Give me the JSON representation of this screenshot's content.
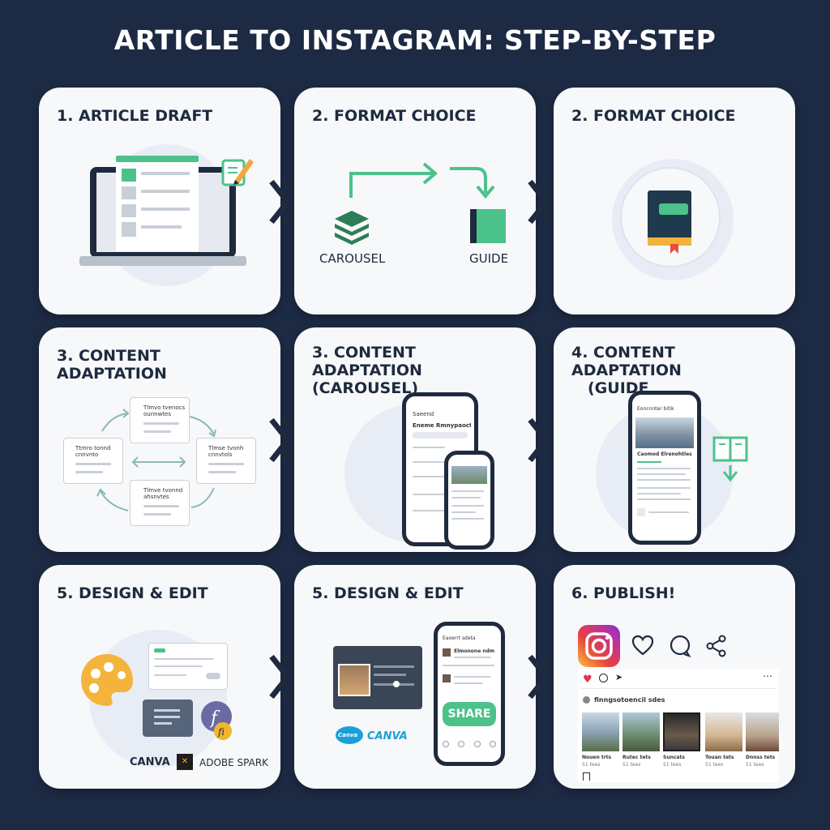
{
  "title": "ARTICLE TO INSTAGRAM: STEP-BY-STEP",
  "colors": {
    "background": "#1d2a44",
    "card": "#f7f8fa",
    "accent_green": "#4cc28b",
    "dark_navy": "#1e2a3e"
  },
  "steps": [
    {
      "title": "1. ARTICLE DRAFT"
    },
    {
      "title": "2. FORMAT CHOICE",
      "left_label": "CAROUSEL",
      "right_label": "GUIDE"
    },
    {
      "title": "2. FORMAT CHOICE"
    },
    {
      "title": "3. CONTENT ADAPTATION",
      "node_text": [
        "Tlmvo tvenocs ounnwtes",
        "Ttmro tonnd cnnvnto",
        "Tlmse tvonh cnnvtols",
        "Tlmve tvonnd ahsnvtes"
      ]
    },
    {
      "title": "3. CONTENT ADAPTATION",
      "title_line2": "(CAROUSEL)",
      "phone_header": "Saeend",
      "phone_heading": "Eneme Rmnypaocto"
    },
    {
      "title": "4. CONTENT ADAPTATION",
      "title_line2": "(GUIDE",
      "phone_header": "Eoncnnter bitik",
      "phone_heading": "Caomod Elrenohtles"
    },
    {
      "title": "5. DESIGN & EDIT",
      "tool_labels": [
        "CANVA",
        "ADOBE SPARK"
      ]
    },
    {
      "title": "5. DESIGN & EDIT",
      "share_label": "SHARE",
      "canva_label": "CANVA",
      "phone_header": "Eaoerrt sdeta",
      "phone_heading": "Elmonone ndm"
    },
    {
      "title": "6. PUBLISH!",
      "profile_name": "finngsotoencil sdes",
      "captions": [
        "Nouen trts",
        "Rutec tets",
        "Suncats",
        "Touan tets",
        "Dnnss tets"
      ],
      "subcaptions": [
        "51 tees",
        "51 tees",
        "51 tees",
        "51 tees",
        "51 tees"
      ]
    }
  ],
  "icons": [
    "laptop-icon",
    "pencil-note-icon",
    "stack-icon",
    "book-icon",
    "instagram-icon",
    "heart-icon",
    "comment-icon",
    "share-icon",
    "palette-icon"
  ]
}
